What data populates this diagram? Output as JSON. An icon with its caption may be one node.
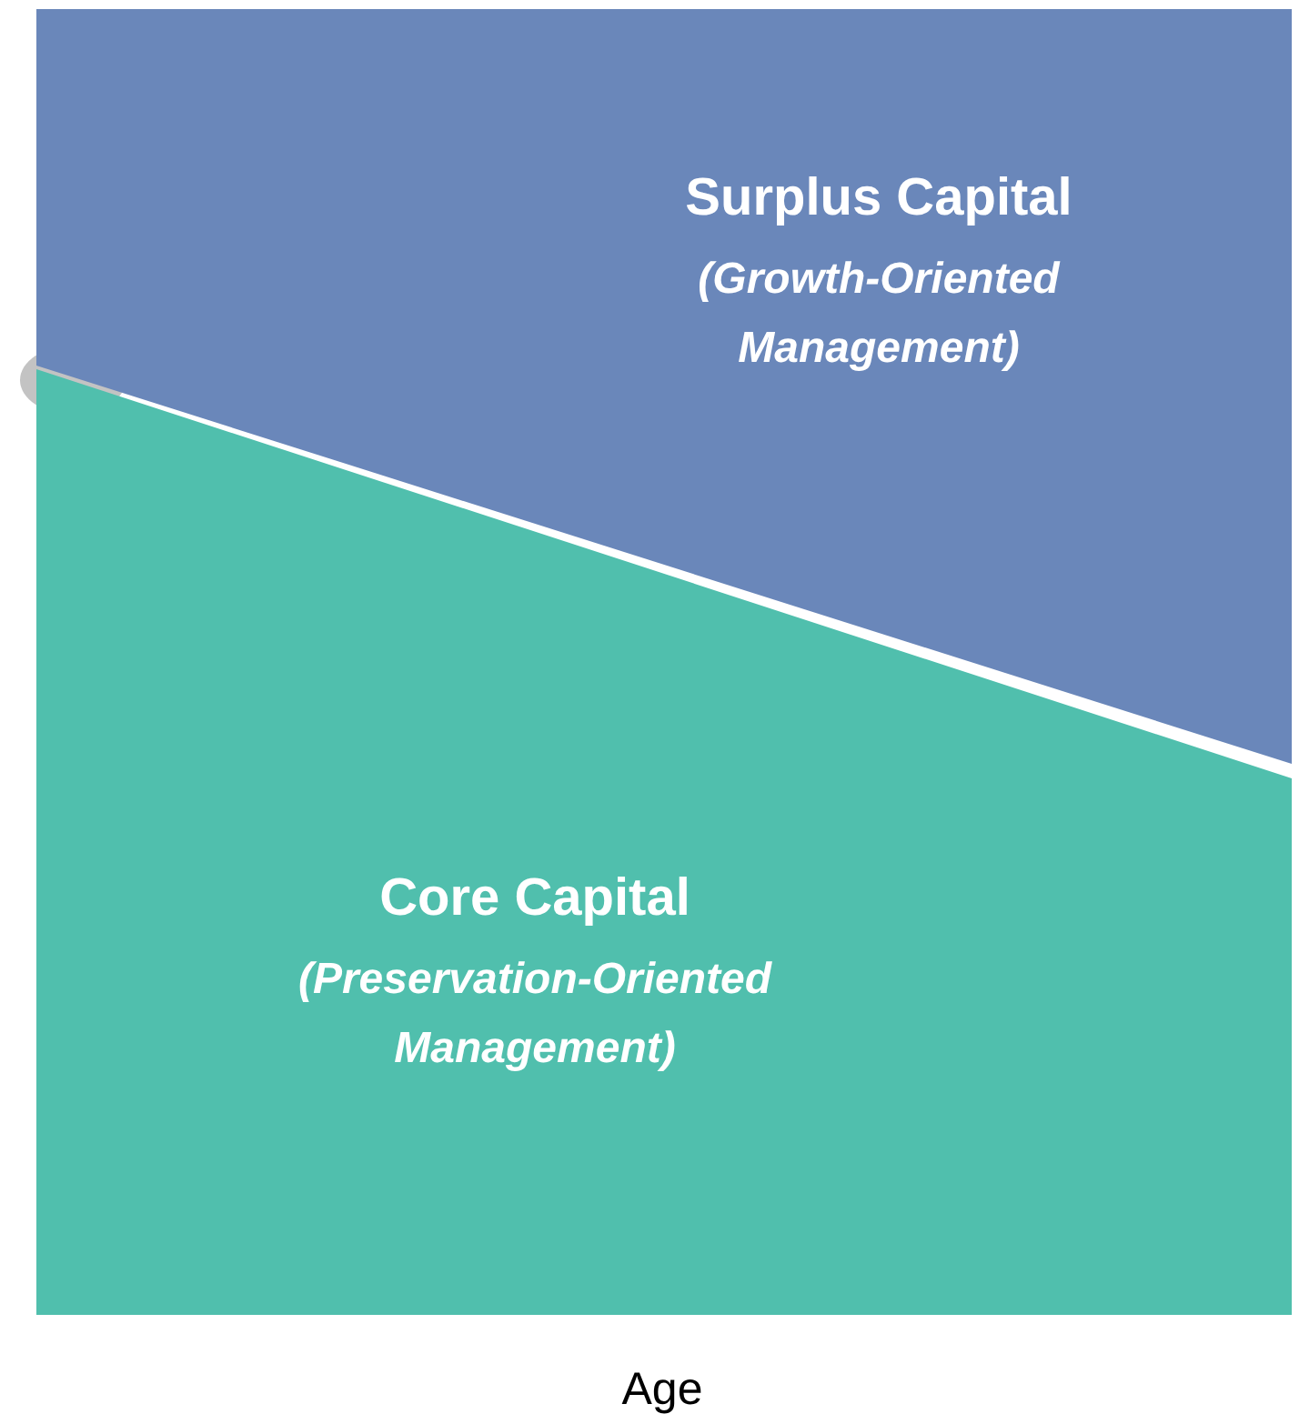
{
  "diagram": {
    "nodes": [
      {
        "text": [
          "Surplus Capital",
          "(Growth-Oriented Management)"
        ]
      },
      {
        "text": [
          "Core Capital",
          "(Preservation-Oriented Management)"
        ]
      }
    ],
    "labels": [
      "Age"
    ]
  }
}
